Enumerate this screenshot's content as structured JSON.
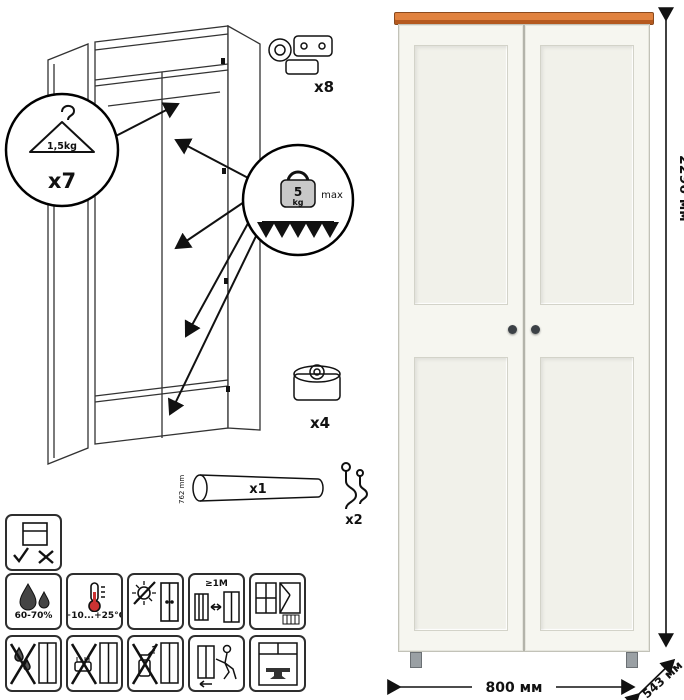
{
  "parts": {
    "hanger": {
      "count": "x7",
      "capacity": "1,5kg"
    },
    "load": {
      "value": "5",
      "unit": "kg",
      "max": "max"
    },
    "hinge": {
      "count": "x8"
    },
    "foot": {
      "count": "x4"
    },
    "rod": {
      "count": "x1",
      "length": "762 mm"
    },
    "hook": {
      "count": "x2"
    }
  },
  "care": {
    "humidity": "60-70%",
    "temperature": "+10...+25°C",
    "distance": "≥1M"
  },
  "dimensions": {
    "height": "2296 мм",
    "width": "800 мм",
    "depth": "543 мм"
  },
  "colors": {
    "top_trim": "#e0823f",
    "door": "#f5f5ef",
    "knob": "#3c4146",
    "line": "#1a1a1a"
  }
}
